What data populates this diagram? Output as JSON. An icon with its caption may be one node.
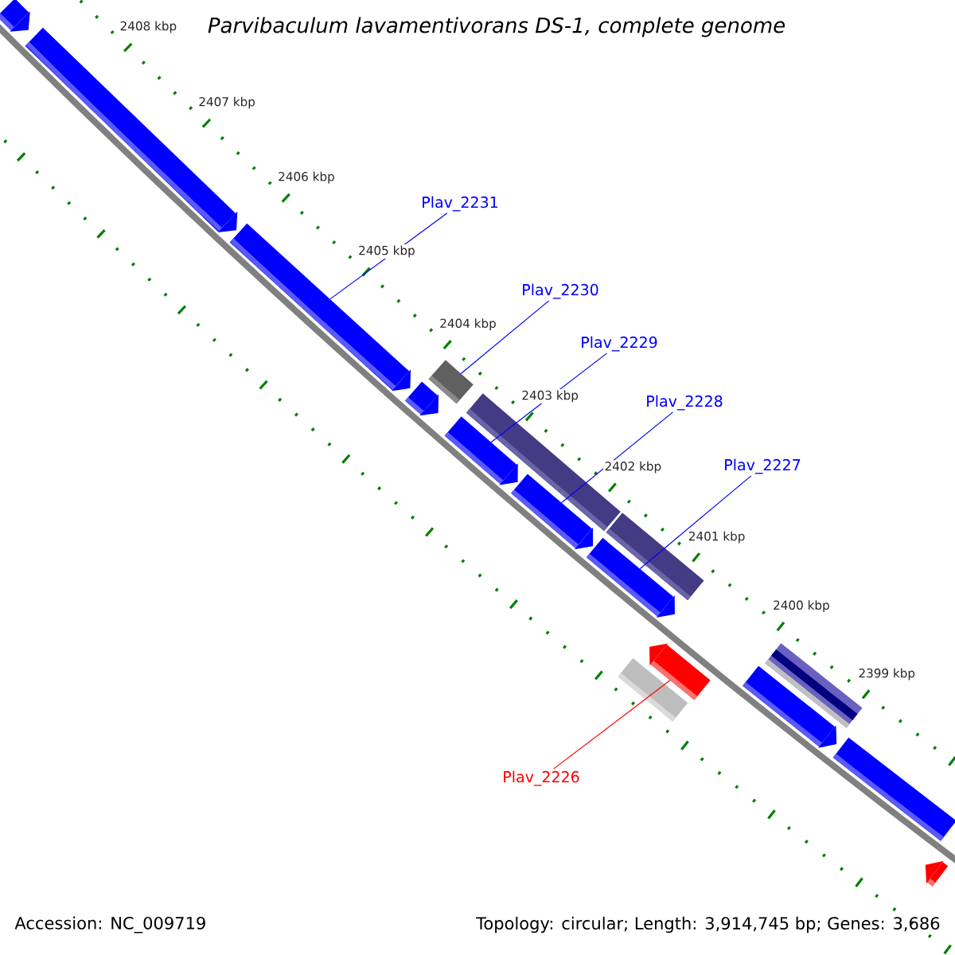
{
  "diagram": {
    "title": "Parvibaculum lavamentivorans DS-1, complete genome",
    "nodes": [
      {
        "text": [
          "Plav_2231"
        ]
      },
      {
        "text": [
          "Plav_2230"
        ]
      },
      {
        "text": [
          "Plav_2229"
        ]
      },
      {
        "text": [
          "Plav_2228"
        ]
      },
      {
        "text": [
          "Plav_2227"
        ]
      },
      {
        "text": [
          "Plav_2226"
        ]
      },
      {
        "text": [],
        "shape": "pentagon"
      },
      {
        "text": [],
        "shape": "pentagon"
      },
      {
        "text": [],
        "shape": "pentagon"
      },
      {
        "text": [],
        "shape": "pentagon"
      },
      {
        "text": [],
        "shape": "bar"
      },
      {
        "text": [],
        "shape": "pentagon"
      },
      {
        "text": [],
        "shape": "bar"
      },
      {
        "text": [],
        "shape": "pentagon"
      },
      {
        "text": [],
        "shape": "pentagon"
      },
      {
        "text": [],
        "shape": "bar"
      },
      {
        "text": [],
        "shape": "bar"
      },
      {
        "text": [],
        "shape": "pentagon"
      },
      {
        "text": [],
        "shape": "pentagon"
      },
      {
        "text": [],
        "shape": "bar"
      },
      {
        "text": [],
        "shape": "bar"
      },
      {
        "text": [],
        "shape": "pentagon"
      }
    ],
    "edges": [
      {
        "from": 0,
        "to": 8,
        "arrow": "none"
      },
      {
        "from": 1,
        "to": 10,
        "arrow": "none"
      },
      {
        "from": 2,
        "to": 11,
        "arrow": "none"
      },
      {
        "from": 3,
        "to": 13,
        "arrow": "none"
      },
      {
        "from": 4,
        "to": 14,
        "arrow": "none"
      },
      {
        "from": 5,
        "to": 17,
        "arrow": "none",
        "color": "#ff0000"
      }
    ],
    "labels": [
      "2408 kbp",
      "2407 kbp",
      "2406 kbp",
      "2405 kbp",
      "2404 kbp",
      "2403 kbp",
      "2402 kbp",
      "2401 kbp",
      "2400 kbp",
      "2399 kbp",
      "Accession: NC_009719",
      "Topology: circular; Length: 3,914,745 bp; Genes: 3,686"
    ]
  }
}
